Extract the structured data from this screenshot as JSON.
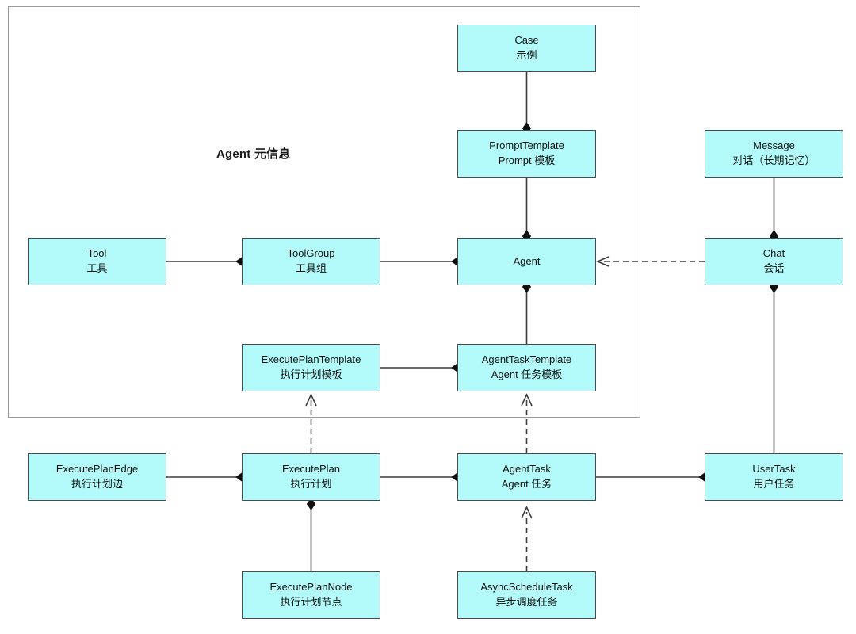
{
  "diagram": {
    "title": "Agent 元信息",
    "colors": {
      "node_fill": "#b3fbfb",
      "node_border": "#4a4a4a",
      "edge": "#3c3c3c",
      "group_border": "#9a9a9a",
      "background": "#ffffff"
    },
    "group": {
      "label": "Agent 元信息"
    },
    "nodes": [
      {
        "id": "case",
        "name": "Case",
        "sub": "示例"
      },
      {
        "id": "prompt-template",
        "name": "PromptTemplate",
        "sub": "Prompt 模板"
      },
      {
        "id": "message",
        "name": "Message",
        "sub": "对话（长期记忆）"
      },
      {
        "id": "tool",
        "name": "Tool",
        "sub": "工具"
      },
      {
        "id": "tool-group",
        "name": "ToolGroup",
        "sub": "工具组"
      },
      {
        "id": "agent",
        "name": "Agent",
        "sub": ""
      },
      {
        "id": "chat",
        "name": "Chat",
        "sub": "会话"
      },
      {
        "id": "execute-plan-template",
        "name": "ExecutePlanTemplate",
        "sub": "执行计划模板"
      },
      {
        "id": "agent-task-template",
        "name": "AgentTaskTemplate",
        "sub": "Agent 任务模板"
      },
      {
        "id": "execute-plan-edge",
        "name": "ExecutePlanEdge",
        "sub": "执行计划边"
      },
      {
        "id": "execute-plan",
        "name": "ExecutePlan",
        "sub": "执行计划"
      },
      {
        "id": "agent-task",
        "name": "AgentTask",
        "sub": "Agent 任务"
      },
      {
        "id": "user-task",
        "name": "UserTask",
        "sub": "用户任务"
      },
      {
        "id": "execute-plan-node",
        "name": "ExecutePlanNode",
        "sub": "执行计划节点"
      },
      {
        "id": "async-schedule-task",
        "name": "AsyncScheduleTask",
        "sub": "异步调度任务"
      }
    ],
    "edges": [
      {
        "from": "case",
        "to": "prompt-template",
        "style": "solid",
        "marker": "diamond"
      },
      {
        "from": "prompt-template",
        "to": "agent",
        "style": "solid",
        "marker": "diamond"
      },
      {
        "from": "tool",
        "to": "tool-group",
        "style": "solid",
        "marker": "diamond"
      },
      {
        "from": "tool-group",
        "to": "agent",
        "style": "solid",
        "marker": "diamond"
      },
      {
        "from": "agent-task-template",
        "to": "agent",
        "style": "solid",
        "marker": "diamond"
      },
      {
        "from": "execute-plan-template",
        "to": "agent-task-template",
        "style": "solid",
        "marker": "diamond"
      },
      {
        "from": "message",
        "to": "chat",
        "style": "solid",
        "marker": "diamond"
      },
      {
        "from": "chat",
        "to": "agent",
        "style": "dashed",
        "marker": "arrow"
      },
      {
        "from": "chat",
        "to": "user-task",
        "style": "solid",
        "marker": "diamond"
      },
      {
        "from": "execute-plan-edge",
        "to": "execute-plan",
        "style": "solid",
        "marker": "diamond"
      },
      {
        "from": "execute-plan",
        "to": "agent-task",
        "style": "solid",
        "marker": "diamond"
      },
      {
        "from": "agent-task",
        "to": "user-task",
        "style": "solid",
        "marker": "diamond"
      },
      {
        "from": "execute-plan-node",
        "to": "execute-plan",
        "style": "solid",
        "marker": "diamond"
      },
      {
        "from": "execute-plan",
        "to": "execute-plan-template",
        "style": "dashed",
        "marker": "arrow"
      },
      {
        "from": "agent-task",
        "to": "agent-task-template",
        "style": "dashed",
        "marker": "arrow"
      },
      {
        "from": "async-schedule-task",
        "to": "agent-task",
        "style": "dashed",
        "marker": "arrow"
      }
    ]
  }
}
